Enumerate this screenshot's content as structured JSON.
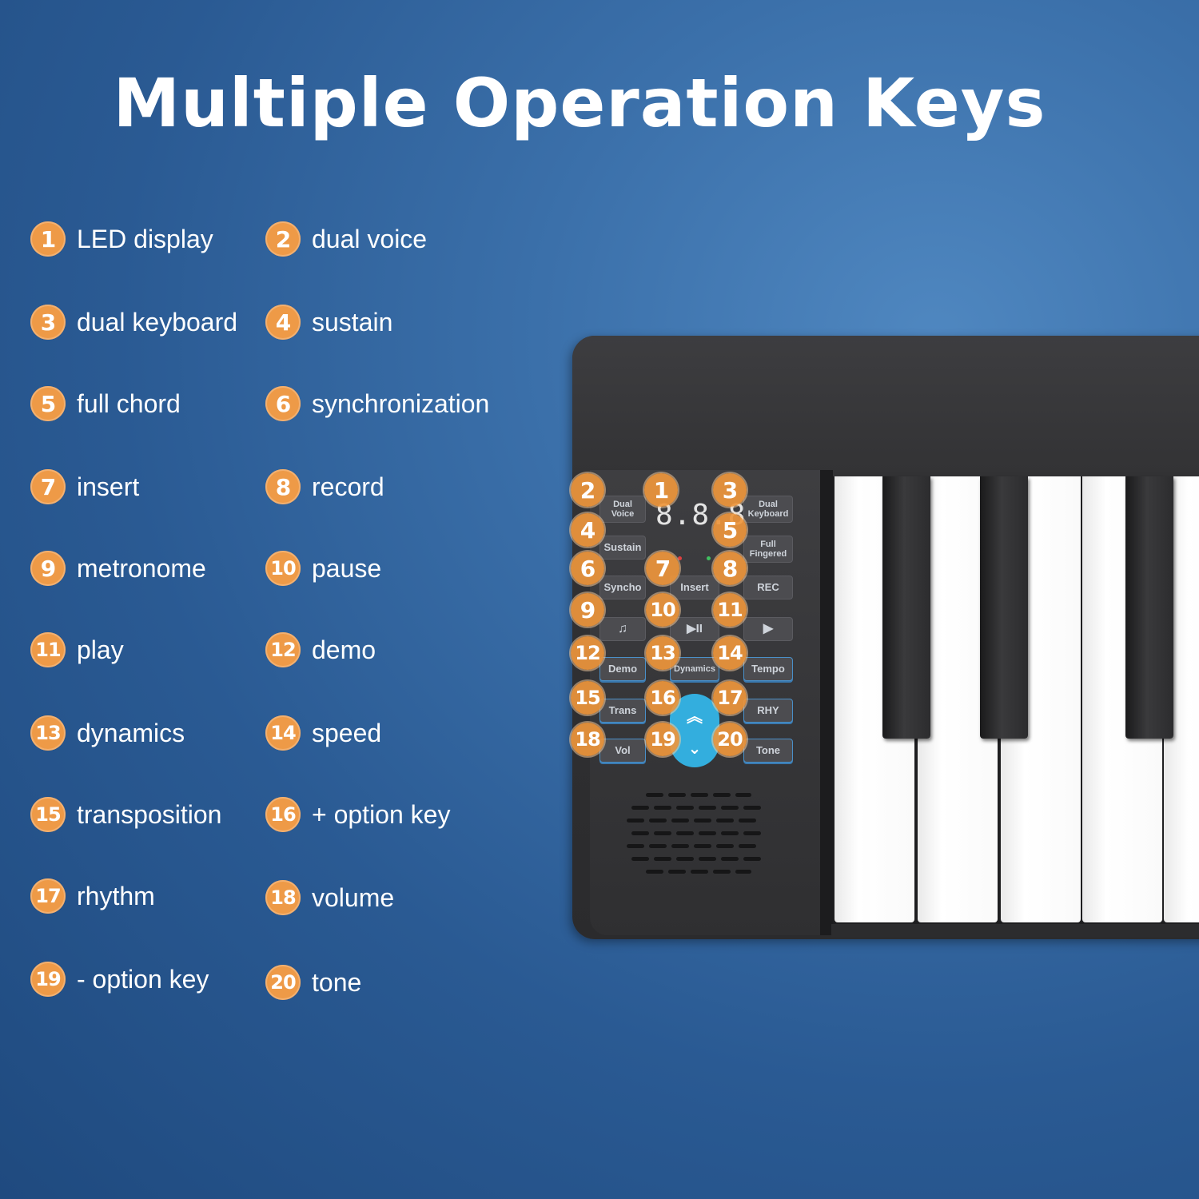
{
  "title": "Multiple Operation Keys",
  "legend": [
    {
      "number": "1",
      "label": "LED display"
    },
    {
      "number": "2",
      "label": "dual voice"
    },
    {
      "number": "3",
      "label": "dual keyboard"
    },
    {
      "number": "4",
      "label": "sustain"
    },
    {
      "number": "5",
      "label": "full chord"
    },
    {
      "number": "6",
      "label": "synchronization"
    },
    {
      "number": "7",
      "label": "insert"
    },
    {
      "number": "8",
      "label": "record"
    },
    {
      "number": "9",
      "label": "metronome"
    },
    {
      "number": "10",
      "label": "pause"
    },
    {
      "number": "11",
      "label": "play"
    },
    {
      "number": "12",
      "label": "demo"
    },
    {
      "number": "13",
      "label": "dynamics"
    },
    {
      "number": "14",
      "label": "speed"
    },
    {
      "number": "15",
      "label": "transposition"
    },
    {
      "number": "16",
      "label": "+ option key"
    },
    {
      "number": "17",
      "label": "rhythm"
    },
    {
      "number": "18",
      "label": "volume"
    },
    {
      "number": "19",
      "label": "- option key"
    },
    {
      "number": "20",
      "label": "tone"
    }
  ],
  "panel": {
    "led_text": "8.8.8",
    "buttons": {
      "dual_voice": "Dual\nVoice",
      "dual_keyboard": "Dual\nKeyboard",
      "sustain": "Sustain",
      "full_fingered": "Full\nFingered",
      "syncho": "Syncho",
      "insert": "Insert",
      "rec": "REC",
      "metronome": "♫",
      "play_pause": "▶II",
      "play": "▶",
      "demo": "Demo",
      "dynamics": "Dynamics",
      "tempo": "Tempo",
      "trans": "Trans",
      "rhy": "RHY",
      "vol": "Vol",
      "tone": "Tone"
    },
    "dial": {
      "up": "︽",
      "down": "⌄"
    },
    "callouts": [
      "1",
      "2",
      "3",
      "4",
      "5",
      "6",
      "7",
      "8",
      "9",
      "10",
      "11",
      "12",
      "13",
      "14",
      "15",
      "16",
      "17",
      "18",
      "19",
      "20"
    ]
  },
  "colors": {
    "background": "#2a5a93",
    "badge": "#ee9a47",
    "dial": "#33aede",
    "button_outline": "#4a8fc7",
    "body": "#2f2f31"
  }
}
